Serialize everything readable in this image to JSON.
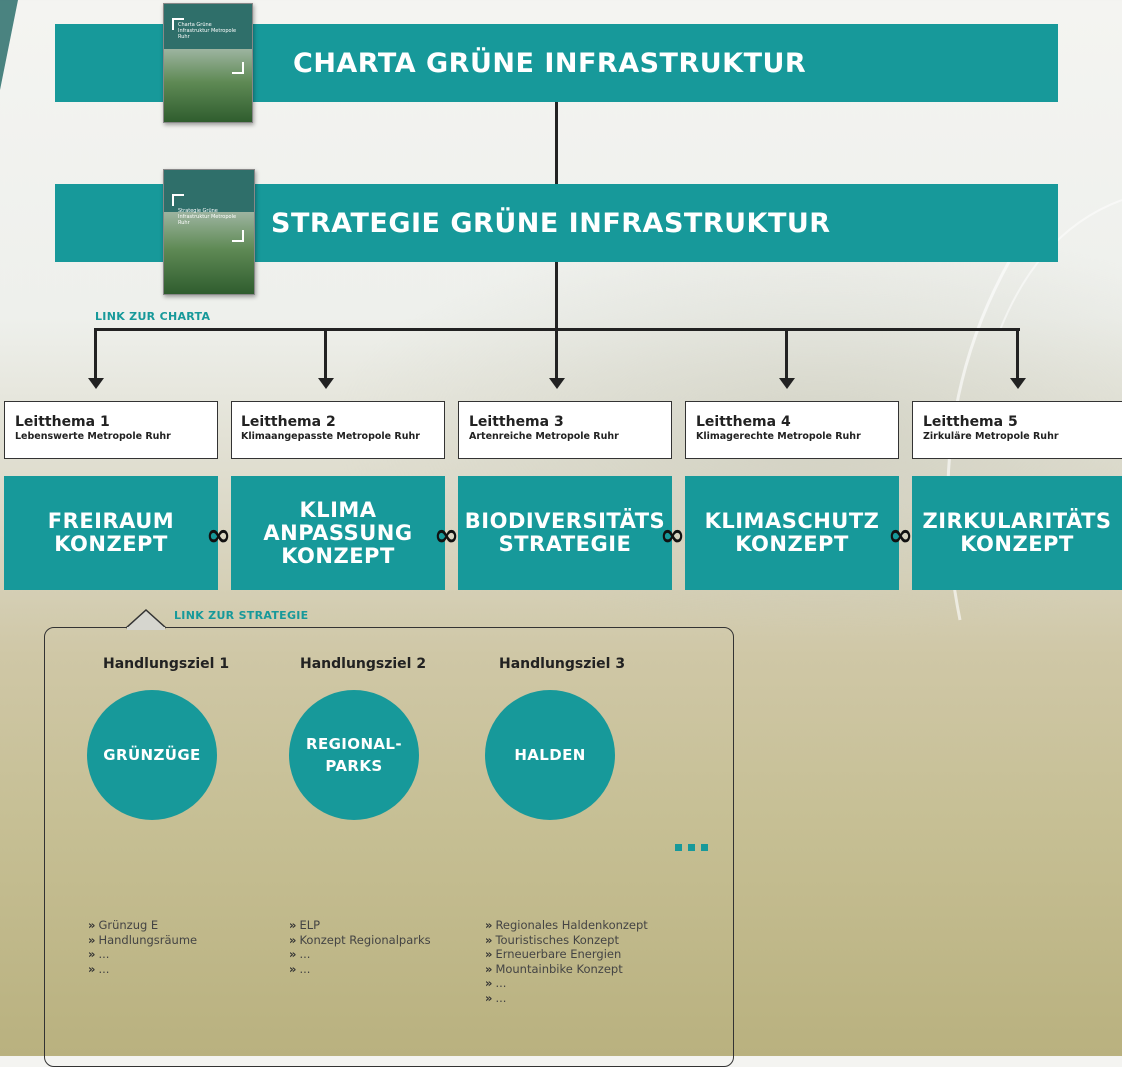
{
  "charta": {
    "title": "CHARTA GRÜNE INFRASTRUKTUR",
    "cover_text": "Charta Grüne Infrastruktur Metropole Ruhr"
  },
  "strategie": {
    "title": "STRATEGIE GRÜNE INFRASTRUKTUR",
    "cover_text": "Strategie Grüne Infrastruktur Metropole Ruhr"
  },
  "link_charta": "LINK ZUR CHARTA",
  "link_strategie": "LINK ZUR STRATEGIE",
  "themes": [
    {
      "title": "Leitthema 1",
      "subtitle": "Lebenswerte Metropole Ruhr",
      "concept": "FREIRAUM\nKONZEPT"
    },
    {
      "title": "Leitthema 2",
      "subtitle": "Klimaangepasste Metropole Ruhr",
      "concept": "KLIMA\nANPASSUNG\nKONZEPT"
    },
    {
      "title": "Leitthema 3",
      "subtitle": "Artenreiche Metropole Ruhr",
      "concept": "BIODIVERSITÄTS\nSTRATEGIE"
    },
    {
      "title": "Leitthema 4",
      "subtitle": "Klimagerechte Metropole Ruhr",
      "concept": "KLIMASCHUTZ\nKONZEPT"
    },
    {
      "title": "Leitthema 5",
      "subtitle": "Zirkuläre Metropole Ruhr",
      "concept": "ZIRKULARITÄTS\nKONZEPT"
    }
  ],
  "infinity_symbol": "∞",
  "goals": [
    {
      "label": "Handlungsziel 1",
      "circle": "GRÜNZÜGE",
      "items": [
        "Grünzug E",
        "Handlungsräume",
        "...",
        "..."
      ]
    },
    {
      "label": "Handlungsziel 2",
      "circle": "REGIONAL-\nPARKS",
      "items": [
        "ELP",
        "Konzept Regionalparks",
        "...",
        "..."
      ]
    },
    {
      "label": "Handlungsziel 3",
      "circle": "HALDEN",
      "items": [
        "Regionales Haldenkonzept",
        "Touristisches Konzept",
        "Erneuerbare Energien",
        "Mountainbike Konzept",
        "...",
        "..."
      ]
    }
  ],
  "bullet_mark": "»",
  "colors": {
    "accent": "#17999a",
    "line": "#222222"
  }
}
